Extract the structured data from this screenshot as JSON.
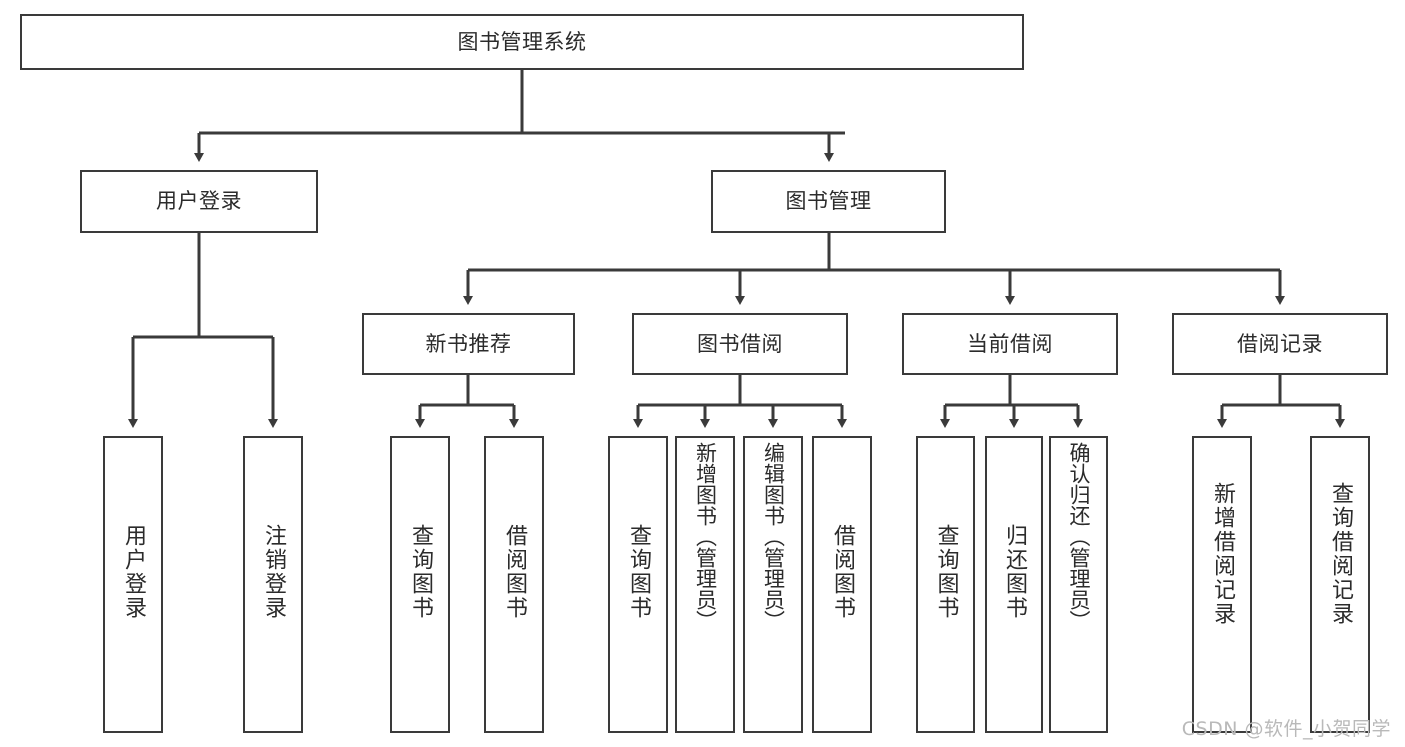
{
  "diagram": {
    "title": "图书管理系统",
    "type": "tree-hierarchy",
    "watermark": "CSDN @软件_小贺同学",
    "colors": {
      "box_border": "#3a3a3a",
      "box_fill": "#ffffff",
      "connector": "#3a3a3a",
      "text": "#2b2b2b",
      "watermark": "#b9b9b9",
      "background": "#ffffff"
    },
    "root": {
      "label": "图书管理系统"
    },
    "level1": [
      {
        "label": "用户登录"
      },
      {
        "label": "图书管理"
      }
    ],
    "level2": [
      {
        "label": "新书推荐"
      },
      {
        "label": "图书借阅"
      },
      {
        "label": "当前借阅"
      },
      {
        "label": "借阅记录"
      }
    ],
    "leaves": {
      "user_login": [
        {
          "label": "用户登录"
        },
        {
          "label": "注销登录"
        }
      ],
      "new_book_recommend": [
        {
          "label": "查询图书"
        },
        {
          "label": "借阅图书"
        }
      ],
      "book_borrow": [
        {
          "label": "查询图书"
        },
        {
          "label": "新增图书（管理员）"
        },
        {
          "label": "编辑图书（管理员）"
        },
        {
          "label": "借阅图书"
        }
      ],
      "current_borrow": [
        {
          "label": "查询图书"
        },
        {
          "label": "归还图书"
        },
        {
          "label": "确认归还（管理员）"
        }
      ],
      "borrow_record": [
        {
          "label": "新增借阅记录"
        },
        {
          "label": "查询借阅记录"
        }
      ]
    }
  }
}
